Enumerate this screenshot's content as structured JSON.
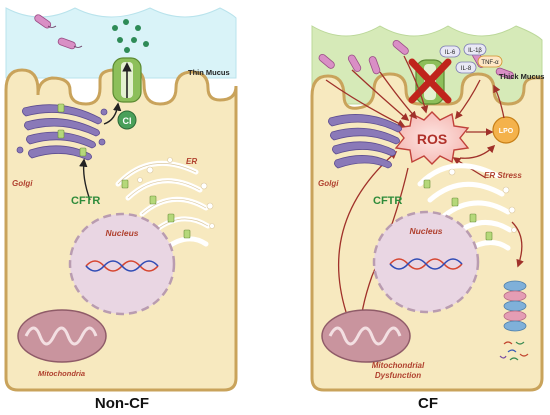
{
  "panels": {
    "left": {
      "caption": "Non-CF",
      "mucus_label": "Thin Mucus",
      "ion_label": "Cl",
      "golgi_label": "Golgi",
      "er_label": "ER",
      "cftr_label": "CFTR",
      "nucleus_label": "Nucleus",
      "mito_label": "Mitochondria"
    },
    "right": {
      "caption": "CF",
      "mucus_label": "Thick Mucus",
      "golgi_label": "Golgi",
      "er_stress_label": "ER Stress",
      "cftr_label": "CFTR",
      "nucleus_label": "Nucleus",
      "ros_label": "ROS",
      "lpo_label": "LPO",
      "mito_dys_line1": "Mitochondrial",
      "mito_dys_line2": "Dysfunction",
      "cytokines": [
        "IL-6",
        "IL-1β",
        "IL-8",
        "TNF-α"
      ]
    }
  },
  "colors": {
    "cytoplasm": "#f7e9bf",
    "membrane": "#c9a35b",
    "mucus_thin": "#d9f3f8",
    "mucus_thick": "#d6eab8",
    "nucleus": "#e9d6e3",
    "golgi": "#8a79b8",
    "cftr": "#8dbf5a",
    "arrow_red": "#a0312a",
    "ros_fill": "#fbd7d4",
    "lpo_fill": "#f4b24b"
  }
}
